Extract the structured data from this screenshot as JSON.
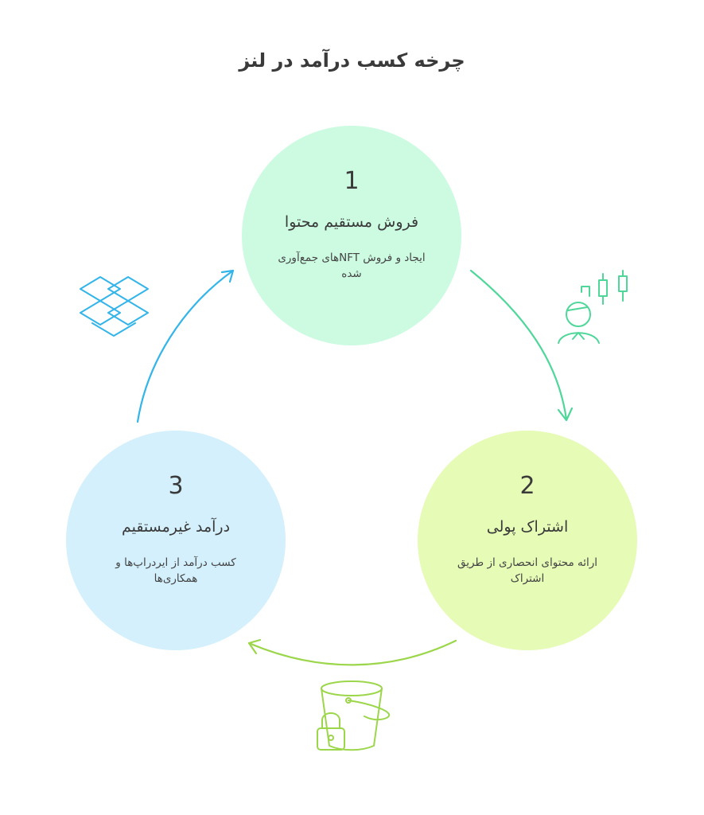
{
  "title": "چرخه کسب درآمد در لنز",
  "steps": [
    {
      "number": "1",
      "heading": "فروش مستقیم محتوا",
      "description": "ایجاد و فروش NFTهای جمع‌آوری شده",
      "color": "#ccfbe2"
    },
    {
      "number": "2",
      "heading": "اشتراک پولی",
      "description": "ارائه محتوای انحصاری از طریق اشتراک",
      "color": "#e6fbb6"
    },
    {
      "number": "3",
      "heading": "درآمد غیرمستقیم",
      "description": "کسب درآمد از ایردراپ‌ها و همکاری‌ها",
      "color": "#d3f0fc"
    }
  ],
  "icons": {
    "dropbox": "dropbox-icon",
    "trader": "trader-chart-icon",
    "bucket": "locked-bucket-icon"
  },
  "colors": {
    "arrow_1_to_2": "#4fd79a",
    "arrow_2_to_3": "#9cd64a",
    "arrow_3_to_1": "#33b5ea"
  }
}
